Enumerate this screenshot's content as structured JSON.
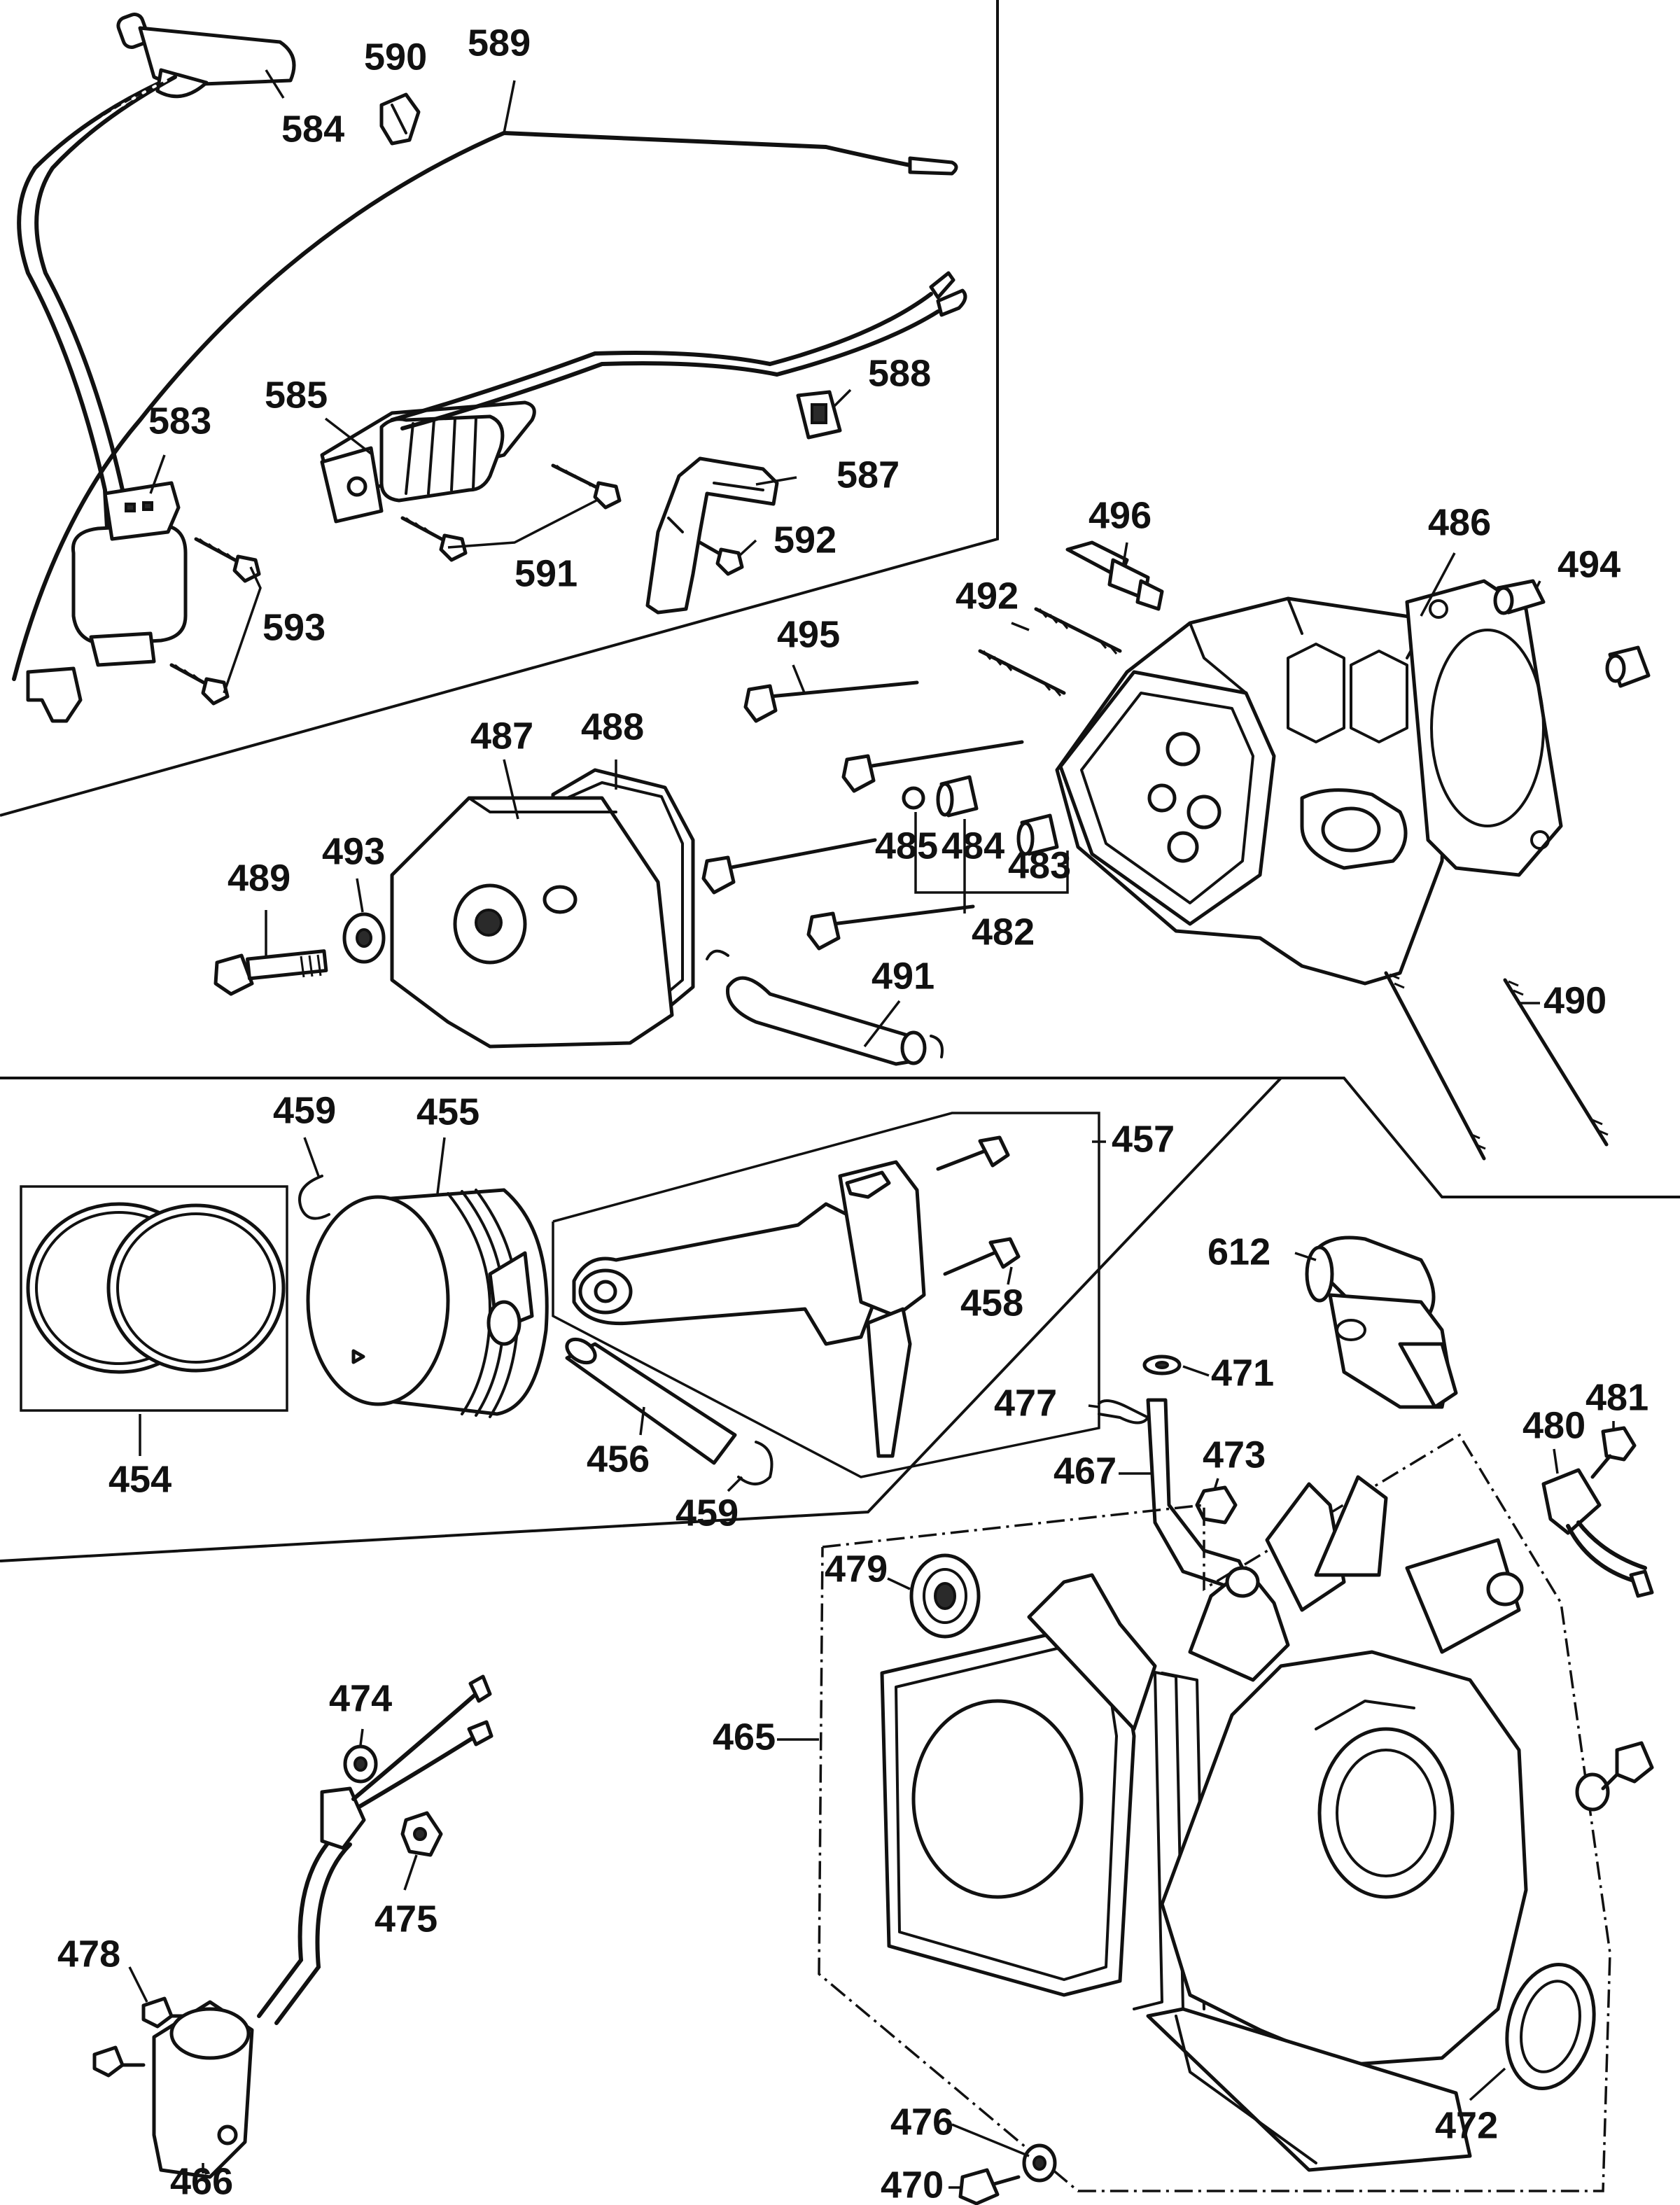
{
  "colors": {
    "ink": "#111111",
    "paper": "#ffffff"
  },
  "callouts": [
    {
      "id": "p590",
      "label": "590"
    },
    {
      "id": "p589",
      "label": "589"
    },
    {
      "id": "p584",
      "label": "584"
    },
    {
      "id": "p585",
      "label": "585"
    },
    {
      "id": "p588",
      "label": "588"
    },
    {
      "id": "p583",
      "label": "583"
    },
    {
      "id": "p587",
      "label": "587"
    },
    {
      "id": "p592",
      "label": "592"
    },
    {
      "id": "p591",
      "label": "591"
    },
    {
      "id": "p593",
      "label": "593"
    },
    {
      "id": "p496",
      "label": "496"
    },
    {
      "id": "p486",
      "label": "486"
    },
    {
      "id": "p494",
      "label": "494"
    },
    {
      "id": "p492",
      "label": "492"
    },
    {
      "id": "p495",
      "label": "495"
    },
    {
      "id": "p487",
      "label": "487"
    },
    {
      "id": "p488",
      "label": "488"
    },
    {
      "id": "p489",
      "label": "489"
    },
    {
      "id": "p493",
      "label": "493"
    },
    {
      "id": "p485",
      "label": "485"
    },
    {
      "id": "p484",
      "label": "484"
    },
    {
      "id": "p483",
      "label": "483"
    },
    {
      "id": "p482",
      "label": "482"
    },
    {
      "id": "p491",
      "label": "491"
    },
    {
      "id": "p490",
      "label": "490"
    },
    {
      "id": "p459a",
      "label": "459"
    },
    {
      "id": "p455",
      "label": "455"
    },
    {
      "id": "p457",
      "label": "457"
    },
    {
      "id": "p458",
      "label": "458"
    },
    {
      "id": "p454",
      "label": "454"
    },
    {
      "id": "p456",
      "label": "456"
    },
    {
      "id": "p459b",
      "label": "459"
    },
    {
      "id": "p612",
      "label": "612"
    },
    {
      "id": "p471",
      "label": "471"
    },
    {
      "id": "p477",
      "label": "477"
    },
    {
      "id": "p481",
      "label": "481"
    },
    {
      "id": "p480",
      "label": "480"
    },
    {
      "id": "p473",
      "label": "473"
    },
    {
      "id": "p467",
      "label": "467"
    },
    {
      "id": "p479",
      "label": "479"
    },
    {
      "id": "p474",
      "label": "474"
    },
    {
      "id": "p465",
      "label": "465"
    },
    {
      "id": "p475",
      "label": "475"
    },
    {
      "id": "p478",
      "label": "478"
    },
    {
      "id": "p476",
      "label": "476"
    },
    {
      "id": "p472",
      "label": "472"
    },
    {
      "id": "p470",
      "label": "470"
    },
    {
      "id": "p466",
      "label": "466"
    }
  ]
}
